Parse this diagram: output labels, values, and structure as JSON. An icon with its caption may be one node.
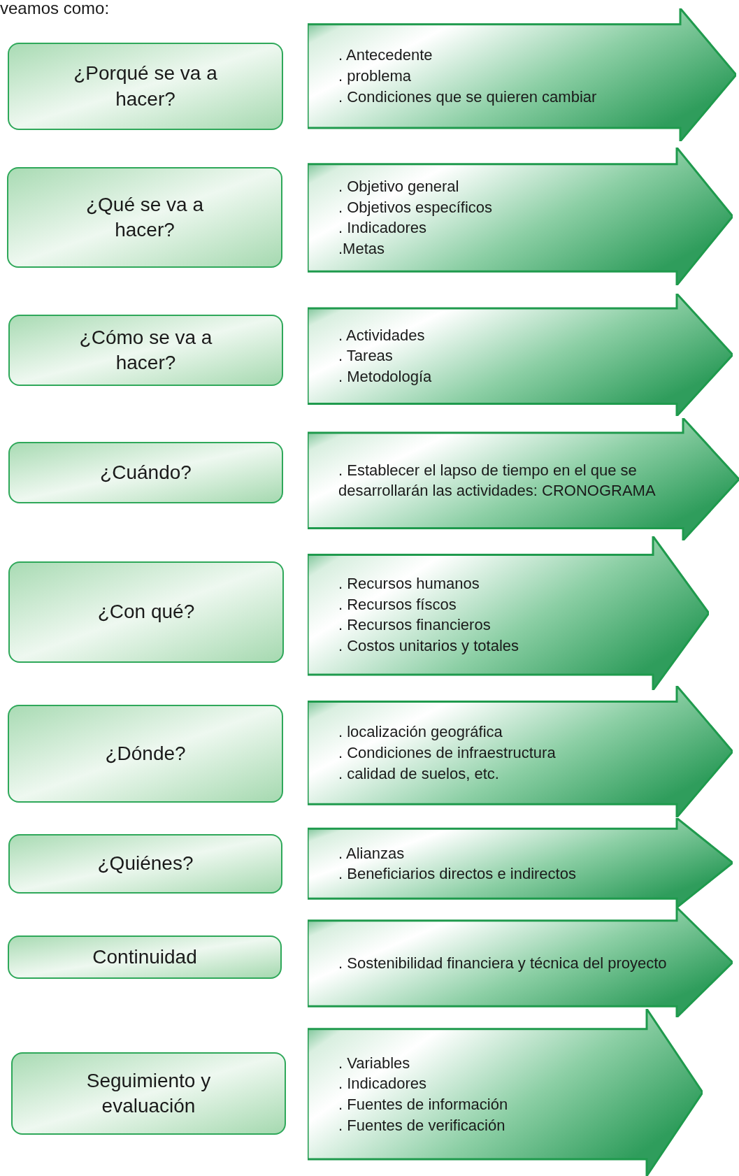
{
  "diagram": {
    "nodes": [
      {
        "text": [
          "¿Porqué se va a hacer?"
        ]
      },
      {
        "text": [
          ". Antecedente",
          ". problema",
          ". Condiciones que se quieren cambiar"
        ]
      },
      {
        "text": [
          "¿Qué se va a hacer?"
        ]
      },
      {
        "text": [
          ". Objetivo general",
          ". Objetivos específicos",
          ". Indicadores",
          ".Metas"
        ]
      },
      {
        "text": [
          "¿Cómo se va a hacer?"
        ]
      },
      {
        "text": [
          ". Actividades",
          ". Tareas",
          ". Metodología"
        ]
      },
      {
        "text": [
          "¿Cuándo?"
        ]
      },
      {
        "text": [
          ". Establecer el lapso de tiempo en el que se desarrollarán las actividades: CRONOGRAMA"
        ]
      },
      {
        "text": [
          "¿Con qué?"
        ]
      },
      {
        "text": [
          ". Recursos humanos",
          ". Recursos físcos",
          ". Recursos financieros",
          ". Costos unitarios y totales"
        ]
      },
      {
        "text": [
          "¿Dónde?"
        ]
      },
      {
        "text": [
          ". localización geográfica",
          ". Condiciones de infraestructura",
          ". calidad de suelos, etc."
        ]
      },
      {
        "text": [
          "¿Quiénes?"
        ]
      },
      {
        "text": [
          ". Alianzas",
          ". Beneficiarios directos e indirectos"
        ]
      },
      {
        "text": [
          "Continuidad"
        ]
      },
      {
        "text": [
          ". Sostenibilidad financiera y técnica del proyecto"
        ]
      },
      {
        "text": [
          "Seguimiento y evaluación"
        ]
      },
      {
        "text": [
          ". Variables",
          ". Indicadores",
          ". Fuentes de información",
          ". Fuentes de verificación"
        ]
      }
    ],
    "labels": [
      "veamos como:"
    ]
  }
}
